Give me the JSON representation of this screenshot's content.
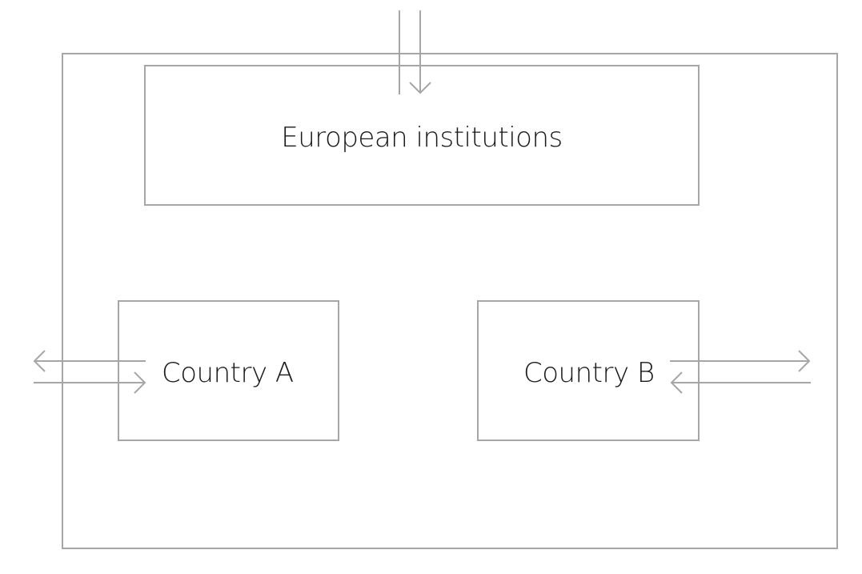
{
  "diagram": {
    "eu_label": "European institutions",
    "country_a_label": "Country A",
    "country_b_label": "Country B"
  },
  "colors": {
    "line": "#a6a6a6",
    "text": "#1a1a1a",
    "background": "#ffffff"
  }
}
